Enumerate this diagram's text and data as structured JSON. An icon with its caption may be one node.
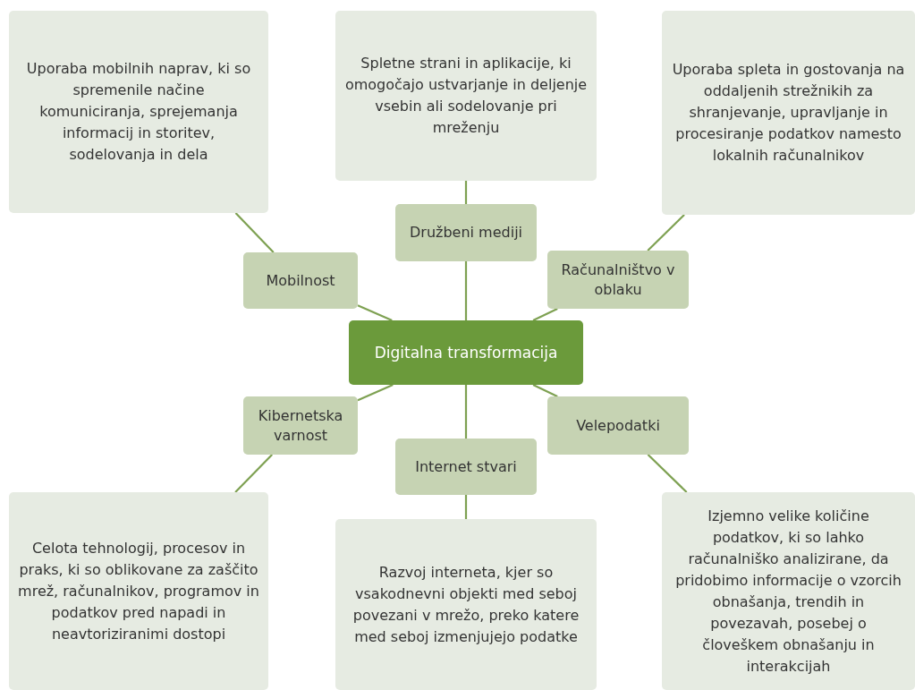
{
  "diagram": {
    "nodes": [
      {
        "text": [
          "Uporaba mobilnih naprav, ki so spremenile načine komuniciranja, sprejemanja informacij in storitev, sodelovanja in dela"
        ]
      },
      {
        "text": [
          "Spletne strani in aplikacije, ki omogočajo ustvarjanje in deljenje vsebin ali sodelovanje pri mreženju"
        ]
      },
      {
        "text": [
          "Uporaba spleta in gostovanja na oddaljenih strežnikih za shranjevanje, upravljanje in procesiranje podatkov namesto lokalnih računalnikov"
        ]
      },
      {
        "text": [
          "Družbeni mediji"
        ]
      },
      {
        "text": [
          "Mobilnost"
        ]
      },
      {
        "text": [
          "Računalništvo v oblaku"
        ]
      },
      {
        "text": [
          "Digitalna transformacija"
        ]
      },
      {
        "text": [
          "Kibernetska varnost"
        ]
      },
      {
        "text": [
          "Velepodatki"
        ]
      },
      {
        "text": [
          "Internet stvari"
        ]
      },
      {
        "text": [
          "Celota tehnologij, procesov in praks, ki so oblikovane za zaščito mrež, računalnikov, programov in podatkov pred napadi in neavtoriziranimi dostopi"
        ]
      },
      {
        "text": [
          "Razvoj interneta, kjer so vsakodnevni objekti med seboj povezani v mrežo, preko katere med seboj izmenjujejo podatke"
        ]
      },
      {
        "text": [
          "Izjemno velike količine podatkov, ki so lahko računalniško analizirane, da pridobimo informacije o vzorcih obnašanja, trendih in povezavah, posebej o človeškem obnašanju in interakcijah"
        ]
      }
    ],
    "edges": [
      {
        "from": 6,
        "to": 4,
        "arrow": "none"
      },
      {
        "from": 6,
        "to": 3,
        "arrow": "none"
      },
      {
        "from": 6,
        "to": 5,
        "arrow": "none"
      },
      {
        "from": 6,
        "to": 7,
        "arrow": "none"
      },
      {
        "from": 6,
        "to": 9,
        "arrow": "none"
      },
      {
        "from": 6,
        "to": 8,
        "arrow": "none"
      },
      {
        "from": 4,
        "to": 0,
        "arrow": "none"
      },
      {
        "from": 3,
        "to": 1,
        "arrow": "none"
      },
      {
        "from": 5,
        "to": 2,
        "arrow": "none"
      },
      {
        "from": 7,
        "to": 10,
        "arrow": "none"
      },
      {
        "from": 9,
        "to": 11,
        "arrow": "none"
      },
      {
        "from": 8,
        "to": 12,
        "arrow": "none"
      }
    ]
  }
}
